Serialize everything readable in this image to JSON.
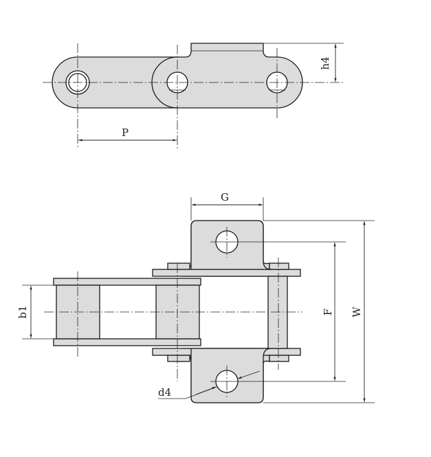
{
  "labels": {
    "pitch": "P",
    "h4": "h4",
    "G": "G",
    "b1": "b1",
    "F": "F",
    "W": "W",
    "d4": "d4"
  },
  "colors": {
    "part_fill": "#dcdcdc",
    "line": "#1a1a1a"
  }
}
